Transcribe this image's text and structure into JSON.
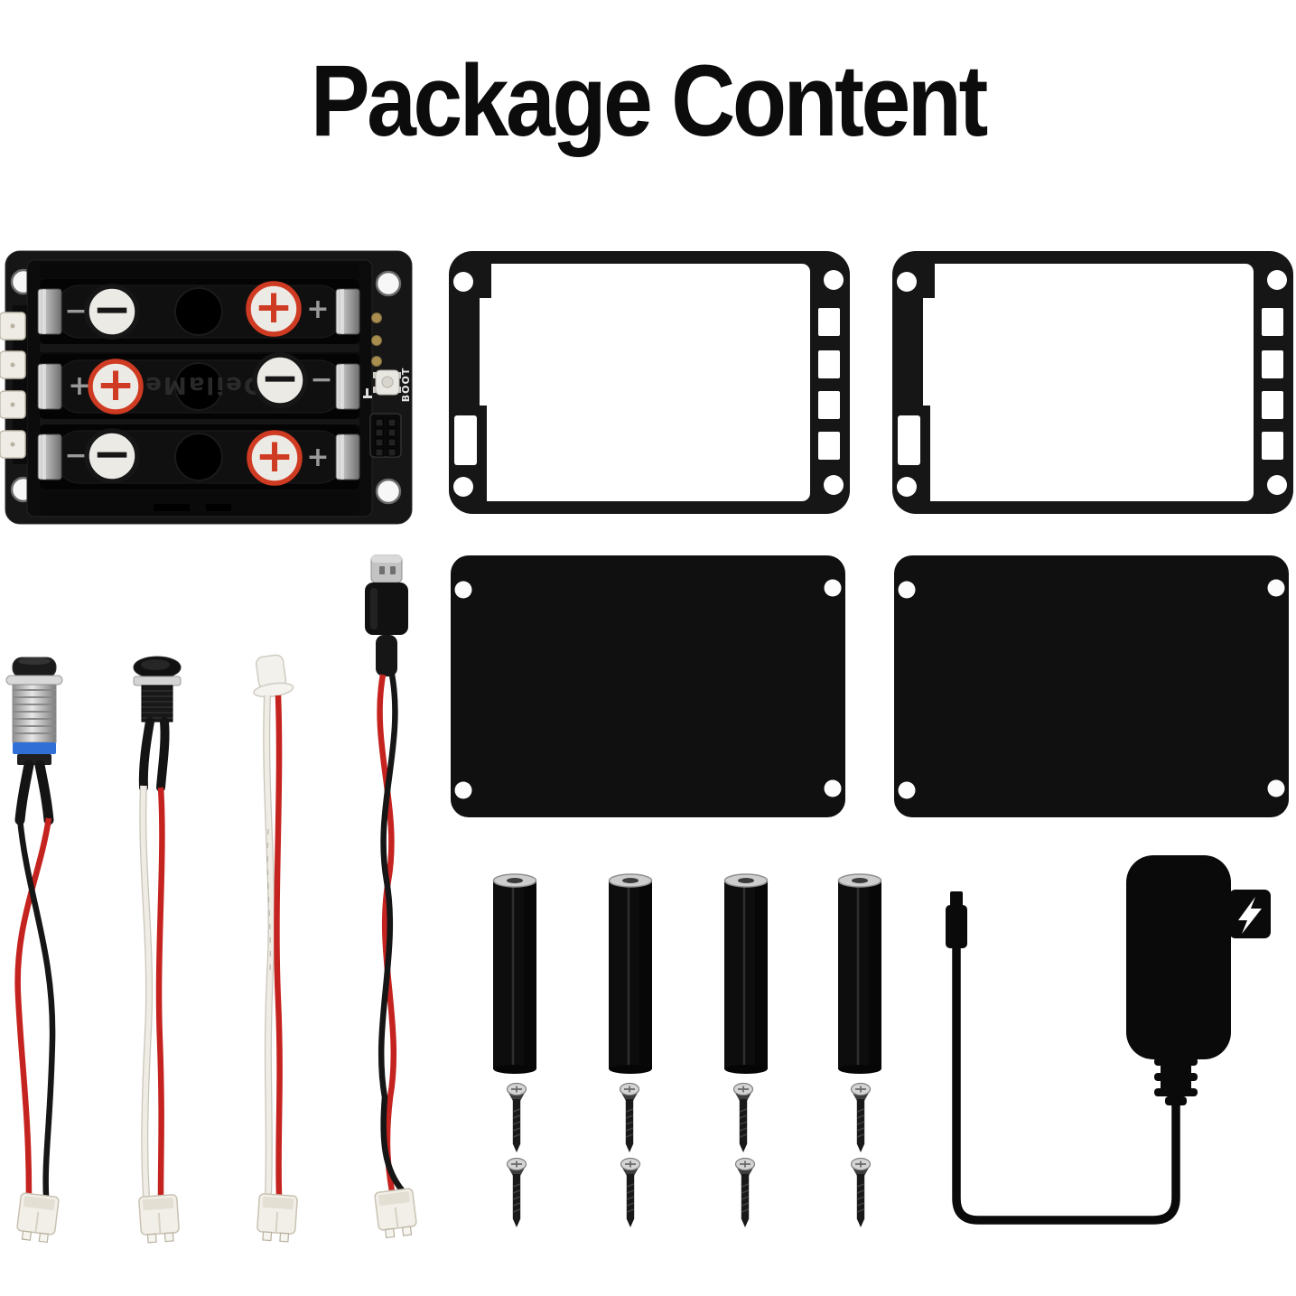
{
  "title": "Package Content",
  "colors": {
    "background": "#ffffff",
    "part_black": "#141414",
    "badge_red": "#cf3b22",
    "wire_red": "#c5231f",
    "wire_white": "#efece5",
    "metal_silver": "#cccccc",
    "gold_pad": "#a98e4f",
    "button_blue_ring": "#2f6fd6",
    "bolt_white": "#ffffff"
  },
  "battery_board": {
    "label": "3x 18650 battery holder board",
    "boot_label": "BOOT",
    "embossed_text": "DeilaMed",
    "side_connector_count": 4,
    "slots": [
      {
        "left": "−",
        "right": "+"
      },
      {
        "left": "+",
        "right": "−"
      },
      {
        "left": "−",
        "right": "+"
      }
    ]
  },
  "frame_plates": {
    "label": "frame plate",
    "count": 2,
    "side_slot_count": 4,
    "corner_hole_count": 4
  },
  "cover_plates": {
    "label": "cover plate",
    "count": 2,
    "corner_hole_count": 4
  },
  "cables": [
    {
      "label": "metal push button cable",
      "wires": [
        "black",
        "red"
      ]
    },
    {
      "label": "round push button cable",
      "wires": [
        "white",
        "red"
      ]
    },
    {
      "label": "jst to jst cable",
      "wires": [
        "white",
        "red"
      ]
    },
    {
      "label": "micro usb to jst cable",
      "wires": [
        "red",
        "black"
      ]
    }
  ],
  "standoffs": {
    "label": "hex standoff",
    "count": 4
  },
  "screws": {
    "label": "countersunk screw",
    "count": 8
  },
  "power_adapter": {
    "label": "wall power adapter",
    "icon": "lightning-bolt"
  }
}
